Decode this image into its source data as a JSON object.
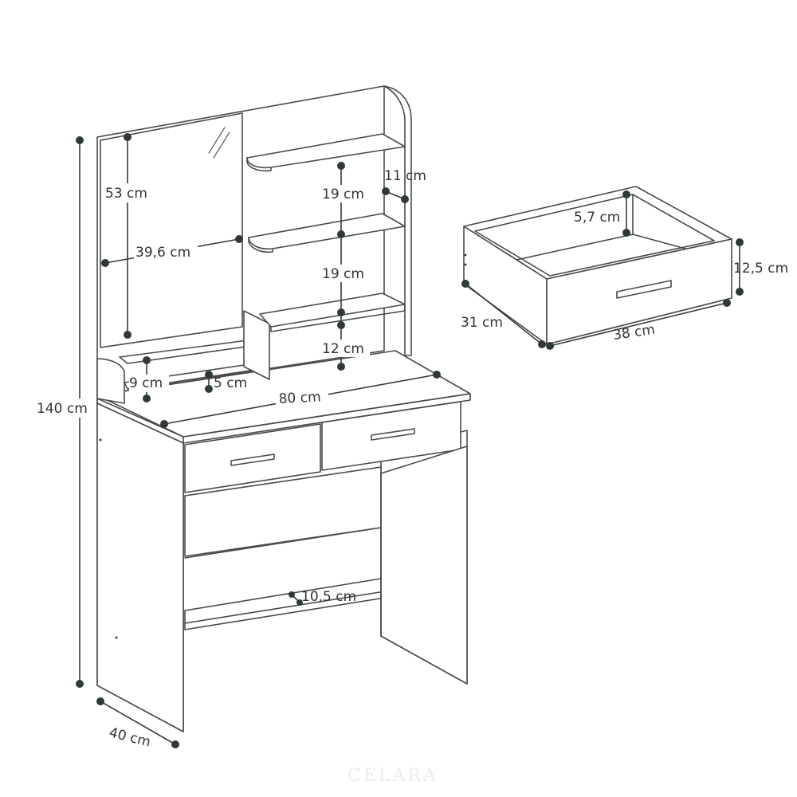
{
  "dimensions": {
    "total_height": "140 cm",
    "depth": "40 cm",
    "width": "80 cm",
    "mirror_height": "53 cm",
    "mirror_width": "39,6 cm",
    "shelf_gap_top": "19 cm",
    "shelf_gap_middle": "19 cm",
    "shelf_gap_bottom": "12 cm",
    "shelf_depth": "11 cm",
    "small_shelf_height": "9 cm",
    "small_shelf_depth": "5 cm",
    "footrest_depth": "10,5 cm",
    "drawer_inner_height": "5,7 cm",
    "drawer_height": "12,5 cm",
    "drawer_depth": "31 cm",
    "drawer_width": "38 cm"
  },
  "watermark": "CELARA",
  "colors": {
    "line": "#4a4a4a",
    "dot": "#2e3a34",
    "text": "#333333"
  }
}
